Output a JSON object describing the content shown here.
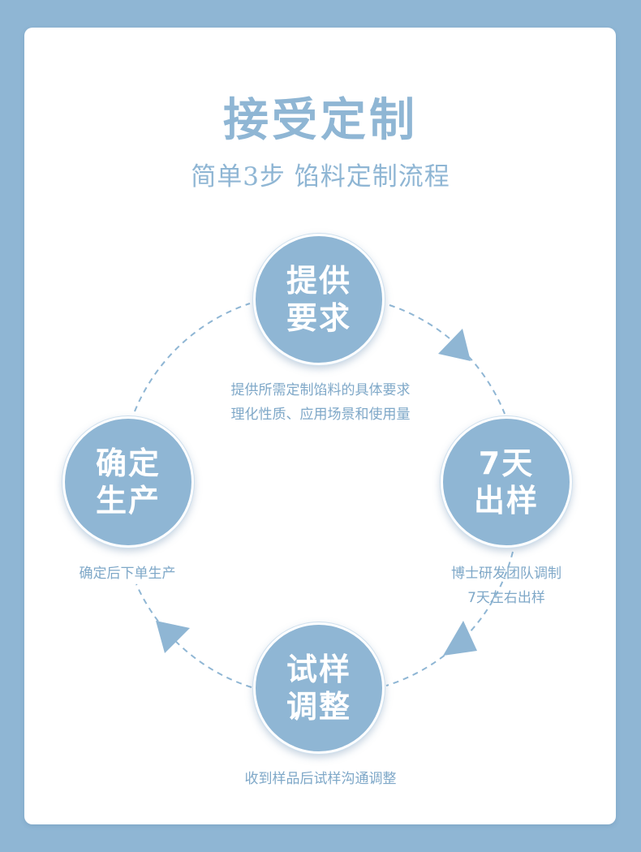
{
  "header": {
    "title": "接受定制",
    "subtitle": "简单3步 馅料定制流程"
  },
  "steps": [
    {
      "label": "提供\n要求",
      "desc_lines": [
        "提供所需定制馅料的具体要求",
        "理化性质、应用场景和使用量"
      ]
    },
    {
      "label": "7天\n出样",
      "desc_lines": [
        "博士研发团队调制",
        "7天左右出样"
      ]
    },
    {
      "label": "试样\n调整",
      "desc_lines": [
        "收到样品后试样沟通调整"
      ]
    },
    {
      "label": "确定\n生产",
      "desc_lines": [
        "确定后下单生产"
      ]
    }
  ],
  "colors": {
    "accent": "#8fb6d4",
    "text_light": "#7fa8c8",
    "card": "#ffffff"
  }
}
